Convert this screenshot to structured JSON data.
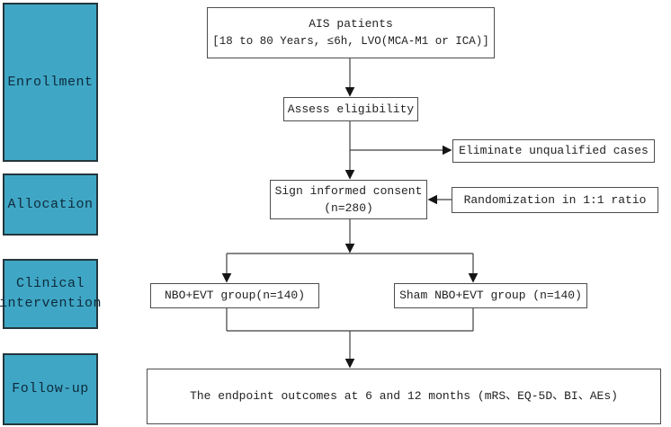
{
  "colors": {
    "stage_fill": "#3fa7c5",
    "stage_border": "#23363d",
    "box_border": "#4d4d4d",
    "line": "#3f3f3f",
    "text": "#222222"
  },
  "stages": [
    {
      "label": "Enrollment"
    },
    {
      "label": "Allocation"
    },
    {
      "label": "Clinical intervention"
    },
    {
      "label": "Follow-up"
    }
  ],
  "flow": {
    "ais_line1": "AIS patients",
    "ais_line2": "[18 to 80 Years, ≤6h, LVO(MCA-M1 or ICA)]",
    "assess": "Assess eligibility",
    "eliminate": "Eliminate unqualified cases",
    "consent_line1": "Sign informed consent",
    "consent_line2": "(n=280)",
    "randomization": "Randomization in 1:1 ratio",
    "group_left": "NBO+EVT group(n=140)",
    "group_right": "Sham NBO+EVT group (n=140)",
    "endpoint": "The endpoint outcomes at 6 and 12 months (mRS、EQ-5D、BI、AEs)"
  }
}
